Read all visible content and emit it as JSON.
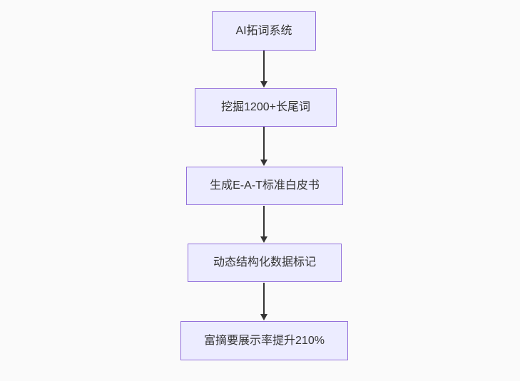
{
  "diagram": {
    "type": "flowchart",
    "direction": "top-down",
    "nodes": [
      {
        "id": "n1",
        "label": "AI拓词系统"
      },
      {
        "id": "n2",
        "label": "挖掘1200+长尾词"
      },
      {
        "id": "n3",
        "label": "生成E-A-T标准白皮书"
      },
      {
        "id": "n4",
        "label": "动态结构化数据标记"
      },
      {
        "id": "n5",
        "label": "富摘要展示率提升210%"
      }
    ],
    "edges": [
      {
        "from": "n1",
        "to": "n2"
      },
      {
        "from": "n2",
        "to": "n3"
      },
      {
        "from": "n3",
        "to": "n4"
      },
      {
        "from": "n4",
        "to": "n5"
      }
    ],
    "colors": {
      "node_fill": "#ECECFF",
      "node_border": "#9370DB",
      "node_text": "#333333",
      "arrow": "#333333",
      "background": "#fafafa"
    }
  }
}
